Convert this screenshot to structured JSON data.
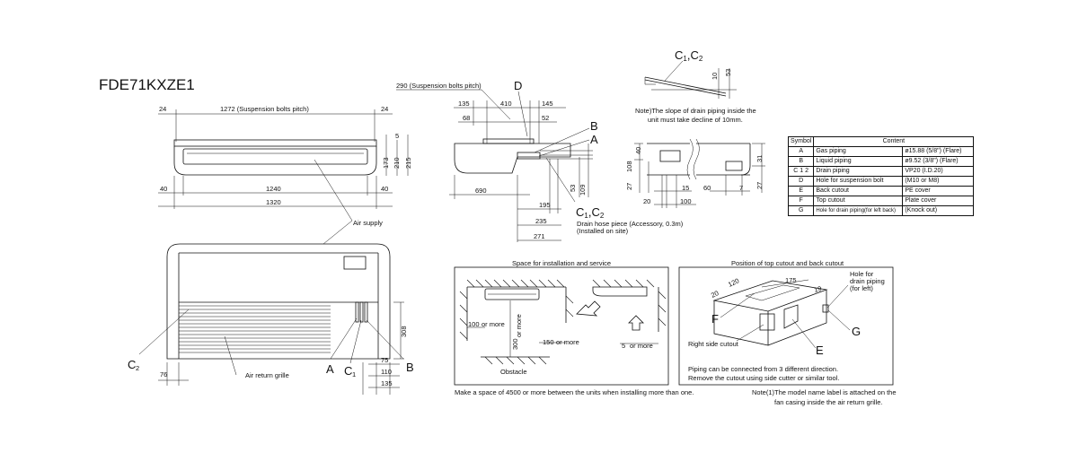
{
  "model": "FDE71KXZE1",
  "front_view": {
    "dims": {
      "side_left": "24",
      "pitch": "1272 (Suspension bolts pitch)",
      "side_right": "24",
      "bottom_left": "40",
      "inner_width": "1240",
      "bottom_right": "40",
      "overall_width": "1320",
      "h5": "5",
      "h173": "173",
      "h210": "210",
      "h215": "215"
    },
    "air_supply": "Air supply"
  },
  "bottom_view": {
    "dims": {
      "d308": "308",
      "d76": "76",
      "d75": "75",
      "d110": "110",
      "d135": "135"
    },
    "labels": {
      "c2": "C",
      "c2_sub": "2",
      "a": "A",
      "c1": "C",
      "c1_sub": "1",
      "b": "B"
    },
    "air_return": "Air return grille"
  },
  "side_view": {
    "pitch": "290 (Suspension bolts pitch)",
    "dims": {
      "d135": "135",
      "d410": "410",
      "d145": "145",
      "d68": "68",
      "d52": "52",
      "d690": "690",
      "d195": "195",
      "d235": "235",
      "d271": "271",
      "d53": "53",
      "d109": "109"
    },
    "labels": {
      "d": "D",
      "b": "B",
      "a": "A",
      "c12": "C",
      "c12_sub1": "1",
      "c12_comma": ",C",
      "c12_sub2": "2"
    },
    "hose_note_1": "Drain hose piece (Accessory, 0.3m)",
    "hose_note_2": "(Installed on site)"
  },
  "slope_view": {
    "label": "C",
    "label_sub1": "1",
    "label_mid": ",C",
    "label_sub2": "2",
    "d10": "10",
    "d53": "53",
    "note_1": "Note)The slope of drain piping inside the",
    "note_2": "unit must take decline of 10mm."
  },
  "pipe_view": {
    "dims": {
      "d40": "40",
      "d108": "108",
      "d27a": "27",
      "d20": "20",
      "d15": "15",
      "d100": "100",
      "d60": "60",
      "d7": "7",
      "d31": "31",
      "d27b": "27"
    }
  },
  "symbol_table": {
    "header_symbol": "Symbol",
    "header_content": "Content",
    "rows": [
      {
        "symbol": "A",
        "name": "Gas piping",
        "spec": "ø15.88 (5/8\") (Flare)"
      },
      {
        "symbol": "B",
        "name": "Liquid piping",
        "spec": "ø9.52 (3/8\") (Flare)"
      },
      {
        "symbol": "C 1 2",
        "name": "Drain piping",
        "spec": "VP20 (I.D.20)"
      },
      {
        "symbol": "D",
        "name": "Hole for suspension bolt",
        "spec": "(M10 or M8)"
      },
      {
        "symbol": "E",
        "name": "Back cutout",
        "spec": "PE cover"
      },
      {
        "symbol": "F",
        "name": "Top cutout",
        "spec": "Plate cover"
      },
      {
        "symbol": "G",
        "name": "Hole for drain piping(for left back)",
        "spec": "(Knock out)"
      }
    ]
  },
  "service_space": {
    "title": "Space for installation and service",
    "d100": "100",
    "or_more": "or more",
    "d300": "300",
    "d150": "150",
    "d5": "5",
    "obstacle": "Obstacle",
    "caption": "Make a space of 4500 or more between the units when installing more than one."
  },
  "cutout": {
    "title": "Position of top cutout and back cutout",
    "d175": "175",
    "d120": "120",
    "d20": "20",
    "d19": "19",
    "hole_1": "Hole for",
    "hole_2": "drain piping",
    "hole_3": "(for left)",
    "f": "F",
    "g": "G",
    "e": "E",
    "right_side": "Right side cutout",
    "note_1": "Piping can be connected from 3 different direction.",
    "note_2": "Remove the cutout using side cutter or similar tool.",
    "note_3": "Note(1)The model name label is attached on the",
    "note_4": "fan casing inside the air return grille."
  }
}
